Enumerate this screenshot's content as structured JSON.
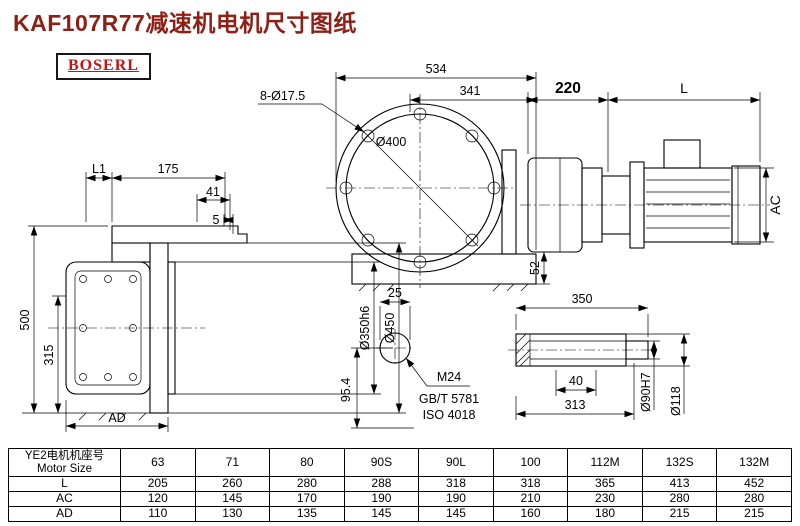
{
  "page": {
    "title": "KAF107R77减速机电机尺寸图纸",
    "brand": "BOSERL"
  },
  "dims": {
    "left": {
      "l1": "L1",
      "d175": "175",
      "d41": "41",
      "d5": "5",
      "d500": "500",
      "d315": "315",
      "ad": "AD",
      "d350": "Ø350h6",
      "d450": "Ø450"
    },
    "front": {
      "d534": "534",
      "d341": "341",
      "bolts": "8-Ø17.5",
      "d400": "Ø400",
      "d52": "52",
      "d25": "25",
      "d954": "95.4",
      "m24": "M24",
      "gbt": "GB/T 5781",
      "iso": "ISO 4018"
    },
    "motor": {
      "d220": "220",
      "l": "L",
      "ac": "AC",
      "d350": "350",
      "d40": "40",
      "d313": "313",
      "d90": "Ø90H7",
      "d118": "Ø118"
    }
  },
  "table": {
    "header_cn": "YE2电机机座号",
    "header_en": "Motor Size",
    "sizes": [
      "63",
      "71",
      "80",
      "90S",
      "90L",
      "100",
      "112M",
      "132S",
      "132M"
    ],
    "rows": [
      {
        "label": "L",
        "values": [
          "205",
          "260",
          "280",
          "288",
          "318",
          "318",
          "365",
          "413",
          "452"
        ]
      },
      {
        "label": "AC",
        "values": [
          "120",
          "145",
          "170",
          "190",
          "190",
          "210",
          "230",
          "280",
          "280"
        ]
      },
      {
        "label": "AD",
        "values": [
          "110",
          "130",
          "135",
          "145",
          "145",
          "160",
          "180",
          "215",
          "215"
        ]
      }
    ]
  }
}
